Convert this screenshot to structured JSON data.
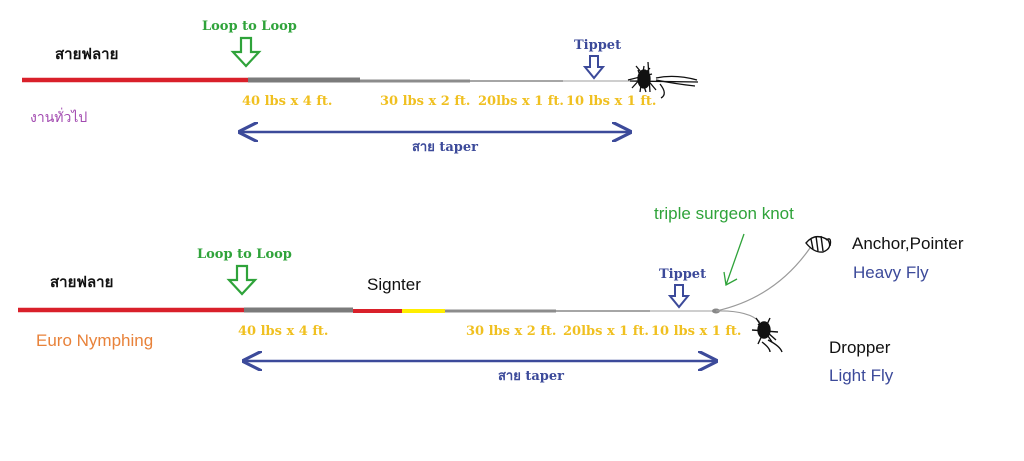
{
  "colors": {
    "fly_line": "#d9202a",
    "leader_dark": "#7b7b7b",
    "leader_mid": "#8c8c8c",
    "leader_light": "#a6a6a6",
    "tippet": "#b0b0b0",
    "sighter_yellow": "#ffee00",
    "label_green": "#2fa33a",
    "label_navy": "#3c4a9a",
    "label_gold": "#f0c020",
    "label_purple": "#a24ab0",
    "label_orange": "#e8823a",
    "label_black": "#111111",
    "arrow_navy": "#3c4a9a"
  },
  "top": {
    "fly_line_label": "สายฟลาย",
    "style_label": "งานทั่วไป",
    "loop_label": "Loop to Loop",
    "tippet_label": "Tippet",
    "taper_label": "สาย taper",
    "segments": [
      {
        "spec": "40 lbs x 4 ft."
      },
      {
        "spec": "30 lbs x 2 ft."
      },
      {
        "spec": "20lbs x 1 ft."
      },
      {
        "spec": "10 lbs x 1 ft."
      }
    ],
    "fly_icon": "dry-fly-icon"
  },
  "bottom": {
    "fly_line_label": "สายฟลาย",
    "style_label": "Euro Nymphing",
    "loop_label": "Loop to Loop",
    "sighter_label": "Signter",
    "tippet_label": "Tippet",
    "taper_label": "สาย taper",
    "knot_label": "triple surgeon knot",
    "anchor_label": "Anchor,Pointer",
    "anchor_sub": "Heavy Fly",
    "dropper_label": "Dropper",
    "dropper_sub": "Light Fly",
    "segments": [
      {
        "spec": "40 lbs x 4 ft."
      },
      {
        "spec": "30 lbs x 2 ft."
      },
      {
        "spec": "20lbs x 1 ft."
      },
      {
        "spec": "10 lbs x 1 ft."
      }
    ],
    "anchor_icon": "nymph-fly-icon",
    "dropper_icon": "nymph-fly-icon"
  }
}
